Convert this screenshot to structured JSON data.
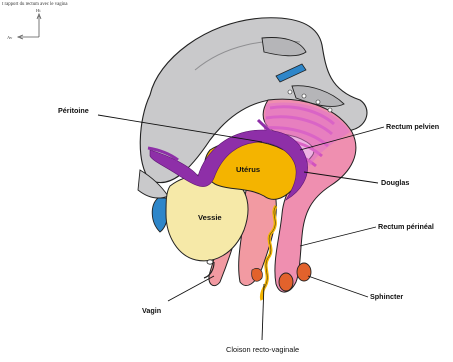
{
  "caption_partial": "t rapport du rectum avec le vagina",
  "orientation": {
    "up": "Ht",
    "forward": "Av"
  },
  "labels": {
    "peritoine": "Péritoine",
    "uterus": "Utérus",
    "vessie": "Vessie",
    "vagin": "Vagin",
    "rectum_pelvien": "Rectum pelvien",
    "douglas": "Douglas",
    "rectum_perineal": "Rectum périnéal",
    "sphincter": "Sphincter",
    "cloison": "Cloison recto-vaginale"
  },
  "colors": {
    "bone": "#c9c9cb",
    "bone_dark": "#9d9da0",
    "peritoneum": "#8e2fa8",
    "uterus": "#f4b400",
    "bladder": "#f6e9a8",
    "vagina": "#f29aa2",
    "rectum": "#ef8fb0",
    "rectum_folds": "#e073cc",
    "sphincter": "#e2622c",
    "accent_blue": "#2e86c9"
  }
}
